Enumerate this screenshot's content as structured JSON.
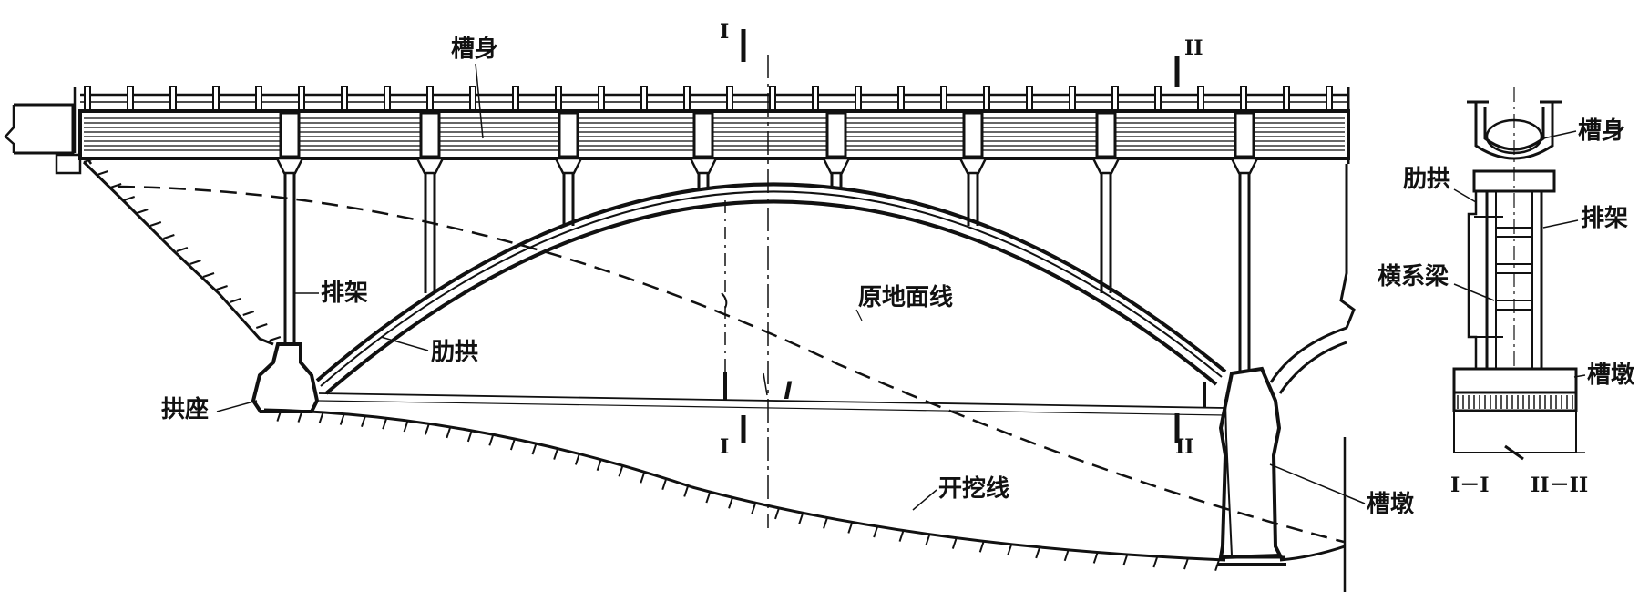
{
  "labels": {
    "trough_body": "槽身",
    "bent_frame": "排架",
    "rib_arch": "肋拱",
    "arch_seat": "拱座",
    "original_ground_line": "原地面线",
    "excavation_line": "开挖线",
    "trough_pier": "槽墩",
    "span_mark": "l"
  },
  "section_view": {
    "trough_body": "槽身",
    "rib_arch": "肋拱",
    "bent_frame": "排架",
    "cross_beam": "横系梁",
    "trough_pier": "槽墩"
  },
  "section_marks": {
    "sec1": "I",
    "sec2": "II",
    "caption_1": "I－I",
    "caption_2": "II－II"
  },
  "colors": {
    "ink": "#111111",
    "paper": "#ffffff",
    "deck_fill": "#2a2a2a"
  }
}
